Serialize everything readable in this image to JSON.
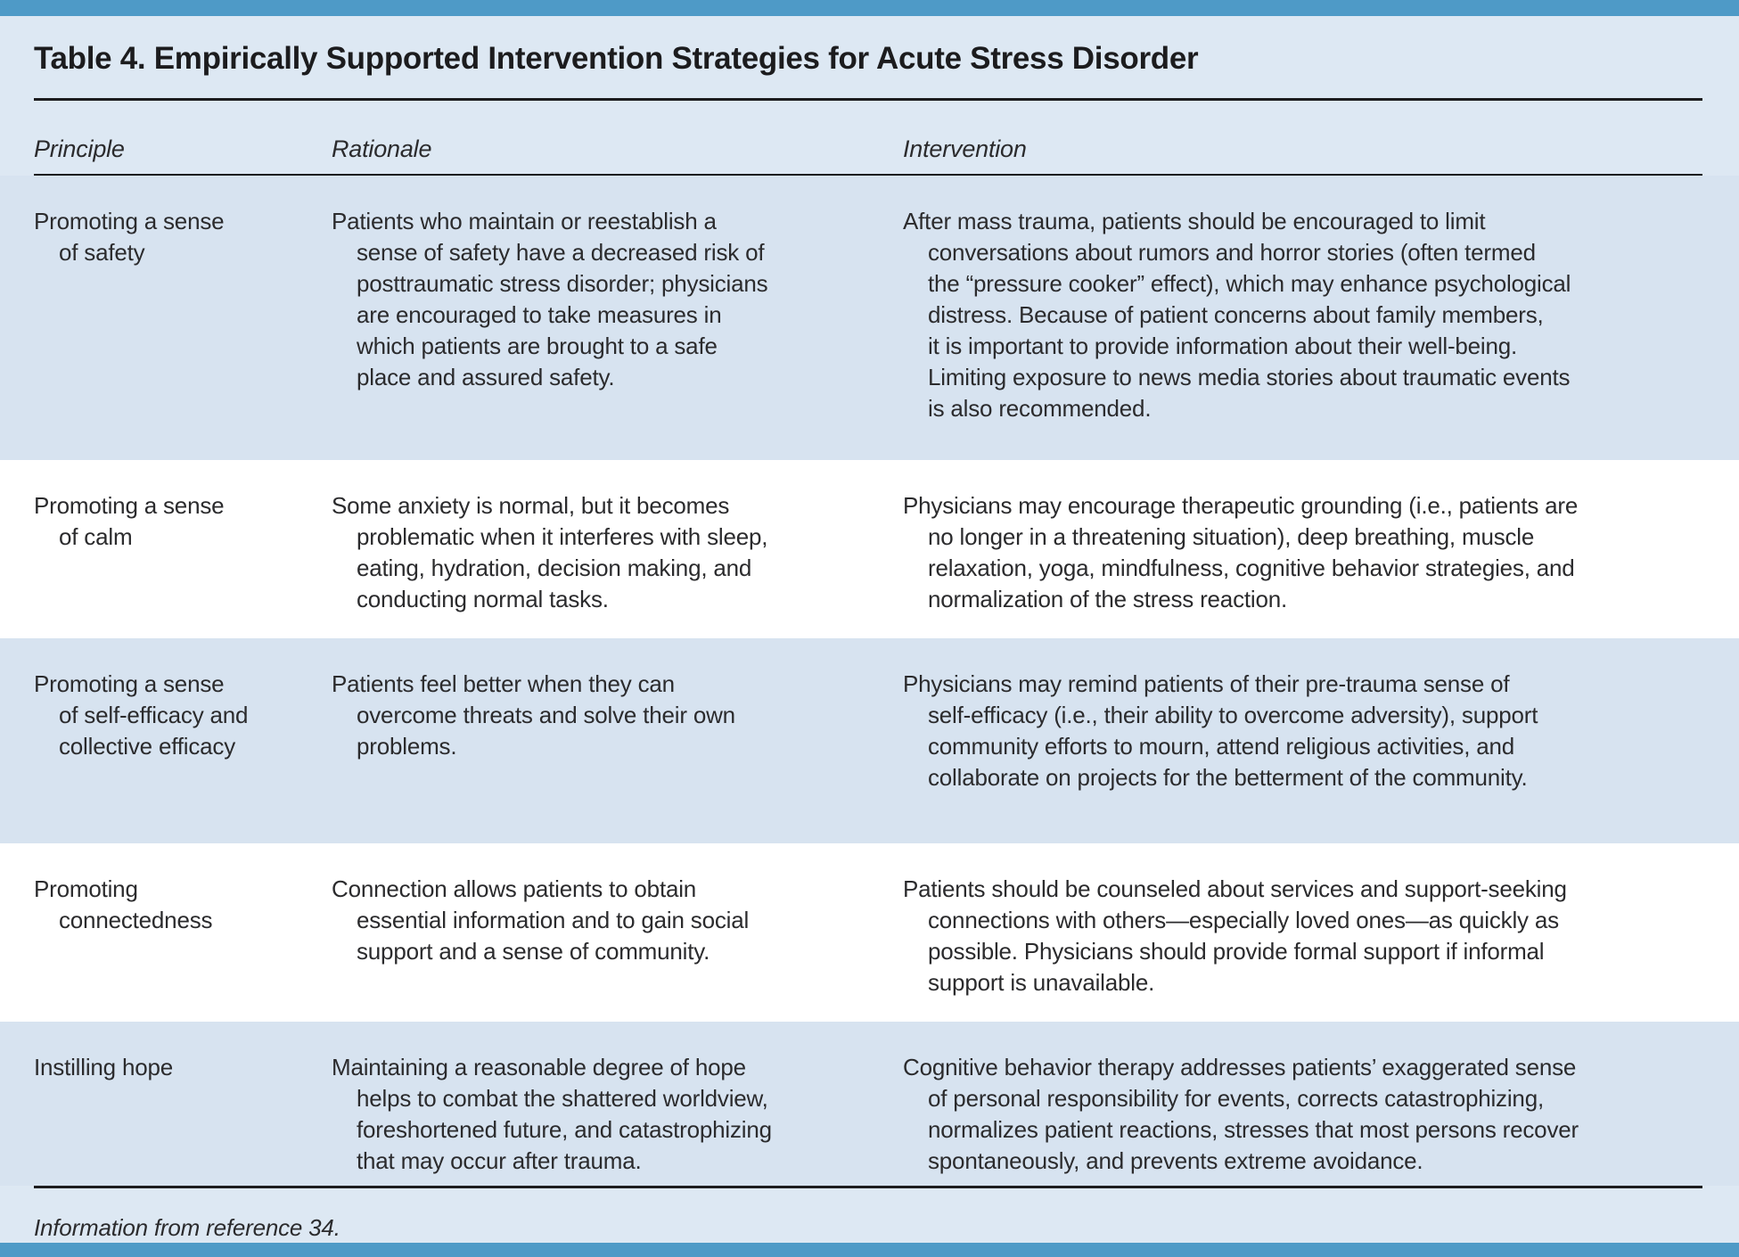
{
  "table": {
    "title": "Table 4. Empirically Supported Intervention Strategies for Acute Stress Disorder",
    "columns": [
      "Principle",
      "Rationale",
      "Intervention"
    ],
    "rows": [
      {
        "shaded": true,
        "principle": [
          "Promoting a sense",
          "of safety"
        ],
        "rationale": [
          "Patients who maintain or reestablish a",
          "sense of safety have a decreased risk of",
          "posttraumatic stress disorder; physicians",
          "are encouraged to take measures in",
          "which patients are brought to a safe",
          "place and assured safety."
        ],
        "intervention": [
          "After mass trauma, patients should be encouraged to limit",
          "conversations about rumors and horror stories (often termed",
          "the “pressure cooker” effect), which may enhance psychological",
          "distress. Because of patient concerns about family members,",
          "it is important to provide information about their well-being.",
          "Limiting exposure to news media stories about traumatic events",
          "is also recommended."
        ]
      },
      {
        "shaded": false,
        "principle": [
          "Promoting a sense",
          "of calm"
        ],
        "rationale": [
          "Some anxiety is normal, but it becomes",
          "problematic when it interferes with sleep,",
          "eating, hydration, decision making, and",
          "conducting normal tasks."
        ],
        "intervention": [
          "Physicians may encourage therapeutic grounding (i.e., patients are",
          "no longer in a threatening situation), deep breathing, muscle",
          "relaxation, yoga, mindfulness, cognitive behavior strategies, and",
          "normalization of the stress reaction."
        ]
      },
      {
        "shaded": true,
        "principle": [
          "Promoting a sense",
          "of self-efficacy and",
          "collective efficacy"
        ],
        "rationale": [
          "Patients feel better when they can",
          "overcome threats and solve their own",
          "problems."
        ],
        "intervention": [
          "Physicians may remind patients of their pre-trauma sense of",
          "self-efficacy (i.e., their ability to overcome adversity), support",
          "community efforts to mourn, attend religious activities, and",
          "collaborate on projects for the betterment of the community."
        ]
      },
      {
        "shaded": false,
        "principle": [
          "Promoting",
          "connectedness"
        ],
        "rationale": [
          "Connection allows patients to obtain",
          "essential information and to gain social",
          "support and a sense of community."
        ],
        "intervention": [
          "Patients should be counseled about services and support-seeking",
          "connections with others—especially loved ones—as quickly as",
          "possible. Physicians should provide formal support if informal",
          "support is unavailable."
        ]
      },
      {
        "shaded": true,
        "principle": [
          "Instilling hope"
        ],
        "rationale": [
          "Maintaining a reasonable degree of hope",
          "helps to combat the shattered worldview,",
          "foreshortened future, and catastrophizing",
          "that may occur after trauma."
        ],
        "intervention": [
          "Cognitive behavior therapy addresses patients’ exaggerated sense",
          "of personal responsibility for events, corrects catastrophizing,",
          "normalizes patient reactions, stresses that most persons recover",
          "spontaneously, and prevents extreme avoidance."
        ]
      }
    ],
    "footnote": "Information from reference 34."
  },
  "colors": {
    "accent_bar": "#4e9ac7",
    "page_background": "#dde8f3",
    "shaded_row": "#d7e3f0",
    "plain_row": "#ffffff",
    "text": "#2b2b2d",
    "rule": "#1c1c1e"
  }
}
